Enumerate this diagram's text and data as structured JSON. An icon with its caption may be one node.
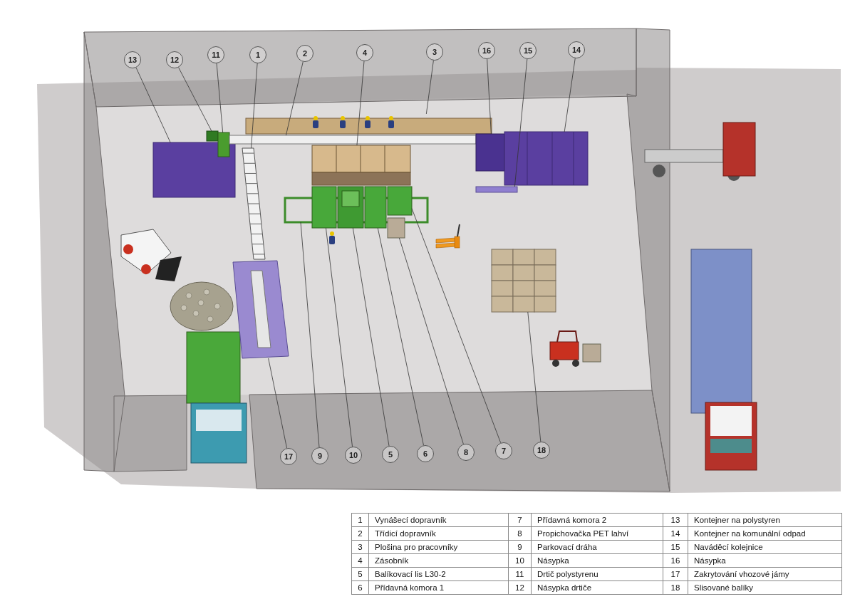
{
  "diagram": {
    "nodes": [
      {
        "text": [
          "13"
        ]
      },
      {
        "text": [
          "12"
        ]
      },
      {
        "text": [
          "11"
        ]
      },
      {
        "text": [
          "1"
        ]
      },
      {
        "text": [
          "2"
        ]
      },
      {
        "text": [
          "4"
        ]
      },
      {
        "text": [
          "3"
        ]
      },
      {
        "text": [
          "16"
        ]
      },
      {
        "text": [
          "15"
        ]
      },
      {
        "text": [
          "14"
        ]
      },
      {
        "text": [
          "17"
        ]
      },
      {
        "text": [
          "9"
        ]
      },
      {
        "text": [
          "10"
        ]
      },
      {
        "text": [
          "5"
        ]
      },
      {
        "text": [
          "6"
        ]
      },
      {
        "text": [
          "8"
        ]
      },
      {
        "text": [
          "7"
        ]
      },
      {
        "text": [
          "18"
        ]
      },
      {
        "text": [],
        "shape": "box"
      },
      {
        "text": [],
        "shape": "box"
      },
      {
        "text": [],
        "shape": "box"
      },
      {
        "text": [],
        "shape": "picture"
      },
      {
        "text": [],
        "shape": "box"
      },
      {
        "text": [],
        "shape": "picture"
      },
      {
        "text": [],
        "shape": "picture"
      },
      {
        "text": [],
        "shape": "box"
      },
      {
        "text": [],
        "shape": "box"
      },
      {
        "text": [],
        "shape": "picture"
      },
      {
        "text": [],
        "shape": "picture"
      },
      {
        "text": [],
        "shape": "box"
      },
      {
        "text": [],
        "shape": "box"
      },
      {
        "text": [],
        "shape": "picture"
      },
      {
        "text": [],
        "shape": "box"
      },
      {
        "text": [],
        "shape": "box"
      },
      {
        "text": [],
        "shape": "box"
      },
      {
        "text": [],
        "shape": "picture"
      }
    ],
    "edges": [
      {
        "from": 0,
        "to": 18,
        "arrow": "none"
      },
      {
        "from": 1,
        "to": 19,
        "arrow": "none"
      },
      {
        "from": 2,
        "to": 20,
        "arrow": "none"
      },
      {
        "from": 3,
        "to": 21,
        "arrow": "none"
      },
      {
        "from": 4,
        "to": 22,
        "arrow": "none"
      },
      {
        "from": 5,
        "to": 23,
        "arrow": "none"
      },
      {
        "from": 6,
        "to": 24,
        "arrow": "none"
      },
      {
        "from": 7,
        "to": 25,
        "arrow": "none"
      },
      {
        "from": 8,
        "to": 26,
        "arrow": "none"
      },
      {
        "from": 9,
        "to": 27,
        "arrow": "none"
      },
      {
        "from": 10,
        "to": 28,
        "arrow": "none"
      },
      {
        "from": 11,
        "to": 29,
        "arrow": "none"
      },
      {
        "from": 12,
        "to": 30,
        "arrow": "none"
      },
      {
        "from": 13,
        "to": 31,
        "arrow": "none"
      },
      {
        "from": 14,
        "to": 32,
        "arrow": "none"
      },
      {
        "from": 15,
        "to": 33,
        "arrow": "none"
      },
      {
        "from": 16,
        "to": 34,
        "arrow": "none"
      },
      {
        "from": 17,
        "to": 35,
        "arrow": "none"
      }
    ],
    "labels": [
      "1",
      "Vynášecí dopravník",
      "7",
      "Přídavná komora 2",
      "13",
      "Kontejner na polystyren",
      "2",
      "Třídicí dopravník",
      "8",
      "Propichovačka PET lahví",
      "14",
      "Kontejner na komunální odpad",
      "3",
      "Plošina pro pracovníky",
      "9",
      "Parkovací dráha",
      "15",
      "Naváděcí kolejnice",
      "4",
      "Zásobník",
      "10",
      "Násypka",
      "16",
      "Násypka",
      "5",
      "Balíkovací lis L30-2",
      "11",
      "Drtič polystyrenu",
      "17",
      "Zakrytování vhozové jámy",
      "6",
      "Přídavná komora 1",
      "12",
      "Násypka drtiče",
      "18",
      "Slisované balíky"
    ]
  }
}
